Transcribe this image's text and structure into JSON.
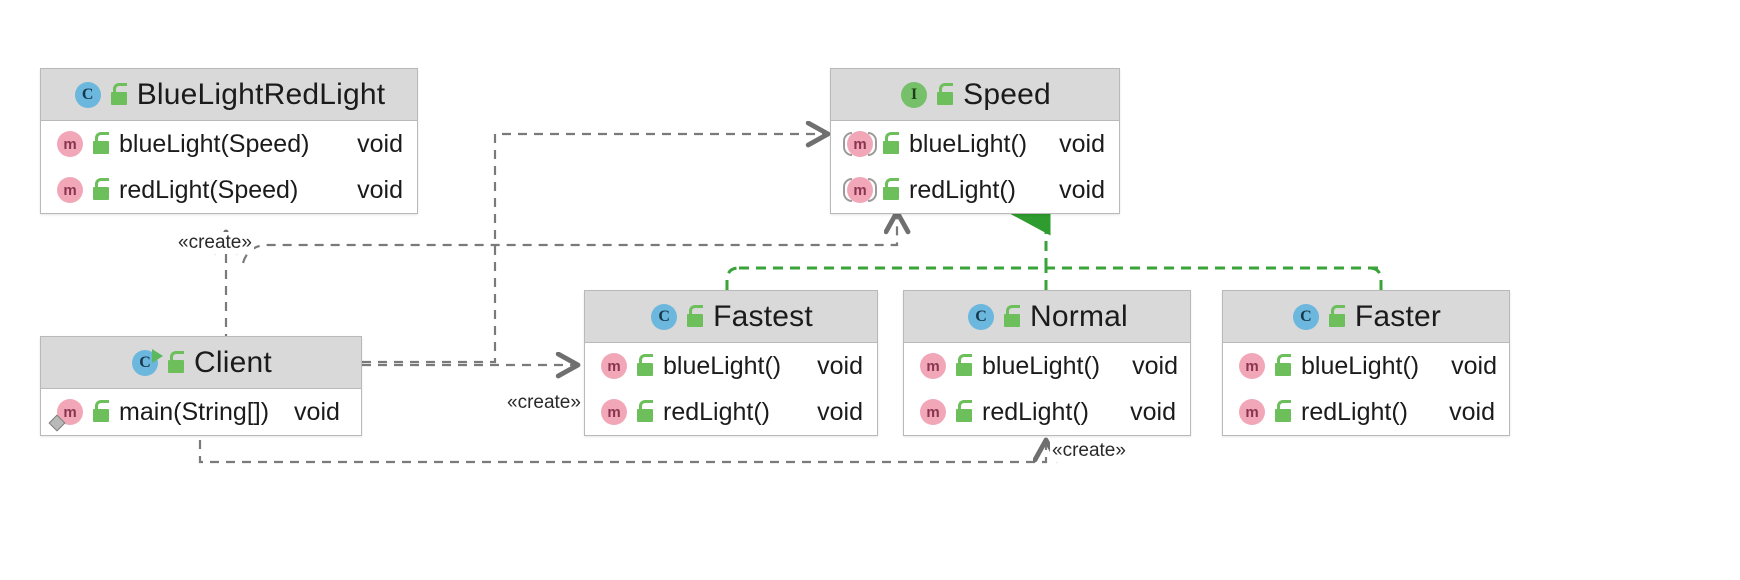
{
  "diagram": {
    "kind": "uml-class-diagram",
    "background": "#ffffff",
    "colors": {
      "box_header_fill": "#d9d9d9",
      "box_border": "#b9b9b9",
      "class_icon": "#6bb7dd",
      "interface_icon": "#76c06a",
      "method_icon": "#f2a7b8",
      "lock_icon": "#6cbf5a",
      "dependency_edge": "#7a7a7a",
      "realization_edge": "#3aa33a",
      "text": "#1b1b1b"
    }
  },
  "classes": [
    {
      "id": "bluelightredlight",
      "name": "BlueLightRedLight",
      "icon": "class-icon",
      "visibility_icon": "unlock-icon",
      "members": [
        {
          "name": "blueLight(Speed)",
          "type": "void",
          "icon": "method-icon",
          "visibility_icon": "unlock-icon",
          "abstract": false,
          "static": false
        },
        {
          "name": "redLight(Speed)",
          "type": "void",
          "icon": "method-icon",
          "visibility_icon": "unlock-icon",
          "abstract": false,
          "static": false
        }
      ]
    },
    {
      "id": "speed",
      "name": "Speed",
      "icon": "interface-icon",
      "visibility_icon": "unlock-icon",
      "members": [
        {
          "name": "blueLight()",
          "type": "void",
          "icon": "abstract-method-icon",
          "visibility_icon": "unlock-icon",
          "abstract": true,
          "static": false
        },
        {
          "name": "redLight()",
          "type": "void",
          "icon": "abstract-method-icon",
          "visibility_icon": "unlock-icon",
          "abstract": true,
          "static": false
        }
      ]
    },
    {
      "id": "client",
      "name": "Client",
      "icon": "runnable-class-icon",
      "visibility_icon": "unlock-icon",
      "members": [
        {
          "name": "main(String[])",
          "type": "void",
          "icon": "static-method-icon",
          "visibility_icon": "unlock-icon",
          "abstract": false,
          "static": true
        }
      ]
    },
    {
      "id": "fastest",
      "name": "Fastest",
      "icon": "class-icon",
      "visibility_icon": "unlock-icon",
      "members": [
        {
          "name": "blueLight()",
          "type": "void",
          "icon": "method-icon",
          "visibility_icon": "unlock-icon",
          "abstract": false,
          "static": false
        },
        {
          "name": "redLight()",
          "type": "void",
          "icon": "method-icon",
          "visibility_icon": "unlock-icon",
          "abstract": false,
          "static": false
        }
      ]
    },
    {
      "id": "normal",
      "name": "Normal",
      "icon": "class-icon",
      "visibility_icon": "unlock-icon",
      "members": [
        {
          "name": "blueLight()",
          "type": "void",
          "icon": "method-icon",
          "visibility_icon": "unlock-icon",
          "abstract": false,
          "static": false
        },
        {
          "name": "redLight()",
          "type": "void",
          "icon": "method-icon",
          "visibility_icon": "unlock-icon",
          "abstract": false,
          "static": false
        }
      ]
    },
    {
      "id": "faster",
      "name": "Faster",
      "icon": "class-icon",
      "visibility_icon": "unlock-icon",
      "members": [
        {
          "name": "blueLight()",
          "type": "void",
          "icon": "method-icon",
          "visibility_icon": "unlock-icon",
          "abstract": false,
          "static": false
        },
        {
          "name": "redLight()",
          "type": "void",
          "icon": "method-icon",
          "visibility_icon": "unlock-icon",
          "abstract": false,
          "static": false
        }
      ]
    }
  ],
  "edge_labels": [
    {
      "id": "create-bluelightredlight",
      "text": "«create»"
    },
    {
      "id": "create-fastest",
      "text": "«create»"
    },
    {
      "id": "create-normal",
      "text": "«create»"
    }
  ]
}
